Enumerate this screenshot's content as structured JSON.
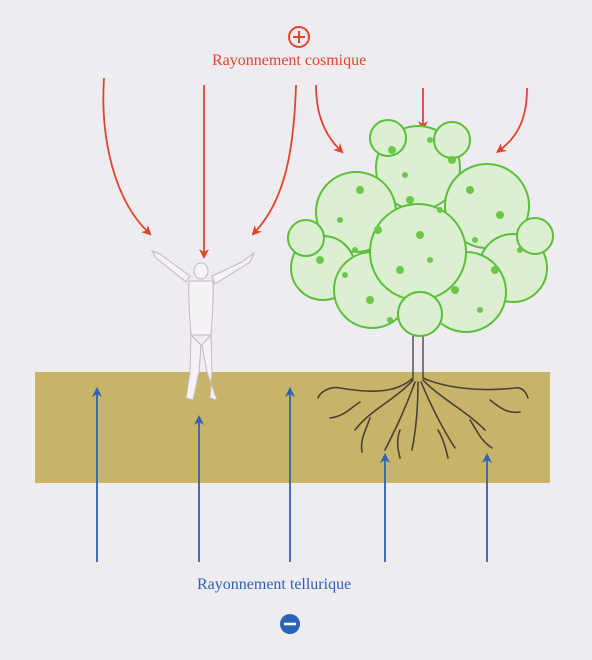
{
  "diagram": {
    "cosmic": {
      "label": "Rayonnement cosmique",
      "symbol": "plus",
      "color": "#e1462a"
    },
    "telluric": {
      "label": "Rayonnement tellurique",
      "symbol": "minus",
      "color": "#2c63b7"
    },
    "ground_color": "#c8b468",
    "tree_color": "#5bbf3a",
    "human_color": "#f4f2f4",
    "roots_color": "#4a4036"
  }
}
